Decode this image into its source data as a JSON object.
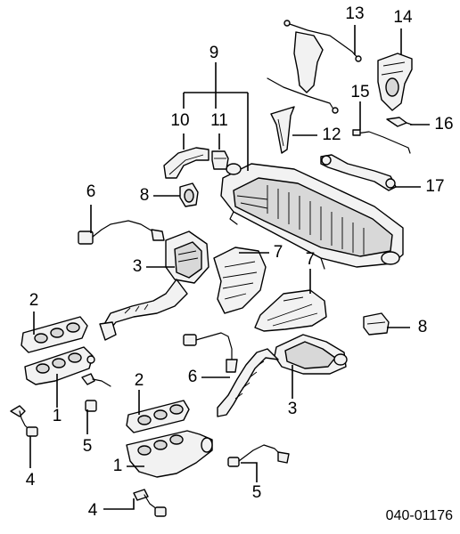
{
  "callouts": {
    "c1a": "1",
    "c1b": "1",
    "c2a": "2",
    "c2b": "2",
    "c3a": "3",
    "c3b": "3",
    "c4a": "4",
    "c4b": "4",
    "c5a": "5",
    "c5b": "5",
    "c6a": "6",
    "c6b": "6",
    "c7a": "7",
    "c7b": "7",
    "c8a": "8",
    "c8b": "8",
    "c9": "9",
    "c10": "10",
    "c11": "11",
    "c12": "12",
    "c13": "13",
    "c14": "14",
    "c15": "15",
    "c16": "16",
    "c17": "17"
  },
  "diagram_code": "040-01176"
}
